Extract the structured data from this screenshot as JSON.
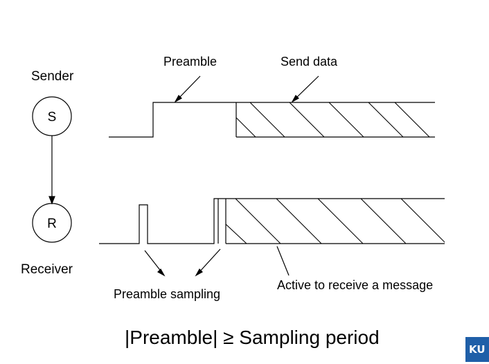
{
  "sender": {
    "label": "Sender",
    "node_text": "S"
  },
  "receiver": {
    "label": "Receiver",
    "node_text": "R"
  },
  "annotations": {
    "preamble": "Preamble",
    "send_data": "Send data",
    "preamble_sampling": "Preamble sampling",
    "active_receive": "Active to receive a message"
  },
  "formula": "|Preamble| ≥ Sampling period",
  "logo": {
    "text": "KU",
    "color": "#1f5fa8"
  }
}
